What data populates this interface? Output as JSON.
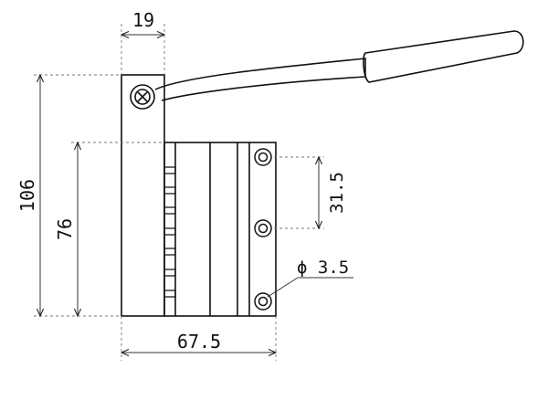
{
  "dimensions": {
    "top_width": "19",
    "total_height": "106",
    "base_height": "76",
    "hole_spacing": "31.5",
    "hole_diameter": "ϕ 3.5",
    "base_width": "67.5"
  },
  "icons": {
    "pivot": "cross-screw-icon",
    "mounting_holes": "mounting-hole-icon"
  },
  "colors": {
    "outline": "#111111",
    "dimension_line": "#333333",
    "extension_line": "#777777"
  }
}
